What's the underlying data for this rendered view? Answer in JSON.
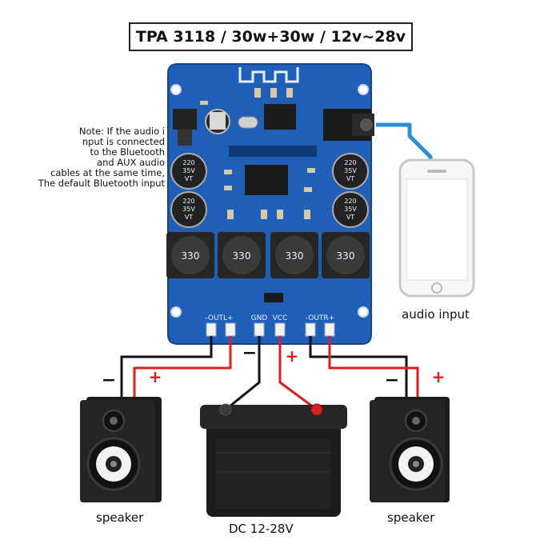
{
  "title": "TPA 3118 / 30w+30w / 12v~28v",
  "note_lines": [
    "Note: If the audio i",
    "nput is connected",
    "to the Bluetooth",
    "and AUX audio",
    "cables at the same time,",
    "The default Bluetooth input"
  ],
  "audio_input_label": "audio input",
  "speaker_left_label": "speaker",
  "speaker_right_label": "speaker",
  "battery_label": "DC 12-28V",
  "terminal_labels": {
    "outl": "-OUTL+",
    "gnd": "GND",
    "vcc": "VCC",
    "outr": "-OUTR+"
  },
  "polarity": {
    "minus": "−",
    "plus": "+"
  },
  "capacitor_text": {
    "value": "220",
    "voltage": "35V",
    "series": "VT"
  },
  "inductor_text": "330",
  "colors": {
    "pcb": "#1f5fb8",
    "wire_negative": "#111111",
    "wire_positive": "#e01b1b",
    "plus_sign": "#e01b1b",
    "aux_cable": "#2a8fd6"
  }
}
